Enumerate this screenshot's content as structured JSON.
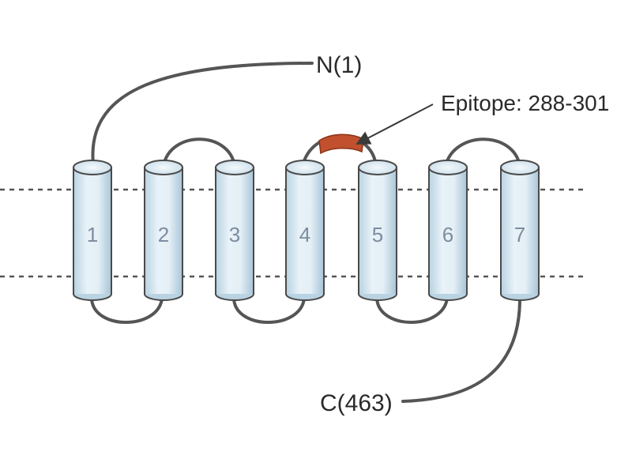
{
  "labels": {
    "n_terminus": "N(1)",
    "c_terminus": "C(463)",
    "epitope": "Epitope: 288-301"
  },
  "helices": [
    {
      "number": "1"
    },
    {
      "number": "2"
    },
    {
      "number": "3"
    },
    {
      "number": "4"
    },
    {
      "number": "5"
    },
    {
      "number": "6"
    },
    {
      "number": "7"
    }
  ],
  "colors": {
    "helix_fill_light": "#e8f2f8",
    "helix_fill_dark": "#b9d3e2",
    "helix_stroke": "#4a4a4a",
    "loop_stroke": "#555555",
    "membrane_line": "#555555",
    "epitope": "#c1502e",
    "text": "#2a2a2a"
  }
}
